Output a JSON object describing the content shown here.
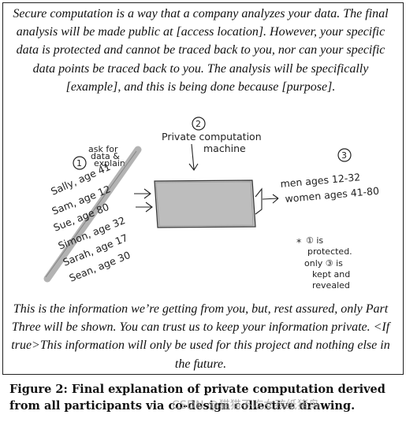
{
  "intro_text": "Secure computation is a way that a company analyzes your data. The final analysis will be made public at [access location]. However, your specific data is protected and cannot be traced back to you, nor can your specific data points be traced back to you. The analysis will be specifically [example], and this is being done because [purpose].",
  "drawing": {
    "step1_number": "1",
    "step1_note_line1": "ask for",
    "step1_note_line2": "data &",
    "step1_note_line3": "explain",
    "step2_number": "2",
    "step2_label_line1": "Private computation",
    "step2_label_line2": "machine",
    "step3_number": "3",
    "output_line1": "men ages 12-32",
    "output_line2": "women ages 41-80",
    "data_entries": [
      "Sally, age 41",
      "Sam, age 12",
      "Sue, age 80",
      "Simon, age 32",
      "Sarah, age 17",
      "Sean, age 30"
    ],
    "note_star": "*",
    "note_line1": "① is",
    "note_line2": "protected.",
    "note_line3": "only ③ is",
    "note_line4": "kept and",
    "note_line5": "revealed"
  },
  "bottom_text": "This is the information we’re getting from you, but, rest assured, only Part Three will be shown. You can trust us to keep your information private. <If true>This information will only be used for this project and nothing else in the future.",
  "caption": "Figure 2: Final explanation of private computation derived from all participants via co-design collective drawing.",
  "watermark": "CSDN @猫猫不吃女孩纸猪鸟"
}
